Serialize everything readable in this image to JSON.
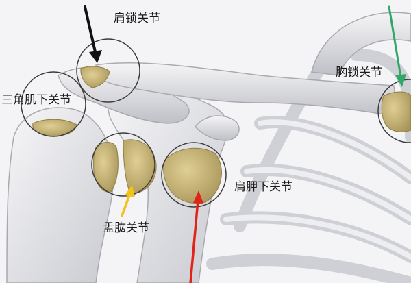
{
  "labels": {
    "acromioclavicular": "肩锁关节",
    "subdeltoid": "三角肌下关节",
    "sternoclavicular": "胸锁关节",
    "glenohumeral": "盂肱关节",
    "scapulothoracic": "肩胛下关节"
  },
  "colors": {
    "background": "#f4f4f6",
    "bone": "#e4e4e8",
    "bone_shadow": "#a9aab0",
    "cartilage": "#c7b57a",
    "circle": "#3b3b3b",
    "arrow_black": "#111111",
    "arrow_green": "#2fa86a",
    "arrow_yellow": "#f3c21a",
    "arrow_red": "#e2231a"
  }
}
